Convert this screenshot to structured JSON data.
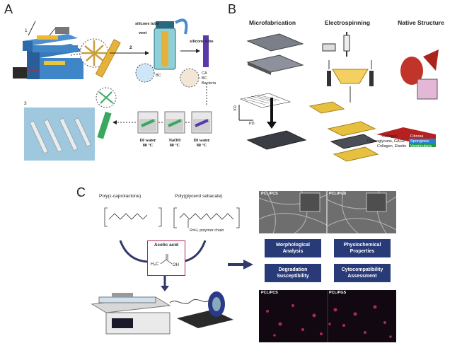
{
  "panelA": {
    "letter": "A",
    "step1": "1",
    "step2": "2",
    "step3": "3",
    "silicone_tube_top": "silicone tube",
    "vent": "vent",
    "silicone_tube_right": "silicone tube",
    "bc_label": "BC",
    "legend_ca": "CA",
    "legend_bc": "BC",
    "legend_bacteria": "Bacteria",
    "beaker1": "DI water\n80 °C",
    "beaker2": "NaOH\n80 °C",
    "beaker3": "DI water\n80 °C"
  },
  "panelB": {
    "letter": "B",
    "col1": "Microfabrication",
    "col2": "Electrospinning",
    "col3": "Native Structure",
    "xd": "XD",
    "pd": "PD",
    "layer_collagen": "Collagen",
    "layer_proteo": "Proteoglycans, GAGs",
    "layer_elastin": "Collagen, Elastin",
    "layer_fibrosa": "Fibrosa",
    "layer_spongiosa": "Spongiosa",
    "layer_ventricularis": "Ventricularis"
  },
  "panelC": {
    "letter": "C",
    "pcl": "Poly(ε-caprolactone)",
    "pgs": "Poly(glycerol sebacate)",
    "r_note": "R=H, polymer chain",
    "acetic": "Acetic acid",
    "box1": "Morphological\nAnalysis",
    "box2": "Physiochemical\nProperties",
    "box3": "Degradation\nSusceptibility",
    "box4": "Cytocompatibility\nAssessment",
    "sem_left": "PCL/PCS",
    "sem_right": "PCL/PGS",
    "fluo_left": "PCL/PCS",
    "fluo_right": "PCL/PGS"
  },
  "colors": {
    "blue_box": "#283a78",
    "arrow_blue": "#2f3a6a",
    "acetic_border": "#b3255a",
    "green_stack": "#1f9a4a",
    "blue_stack": "#2a7fd0",
    "red_stack": "#b52020"
  }
}
